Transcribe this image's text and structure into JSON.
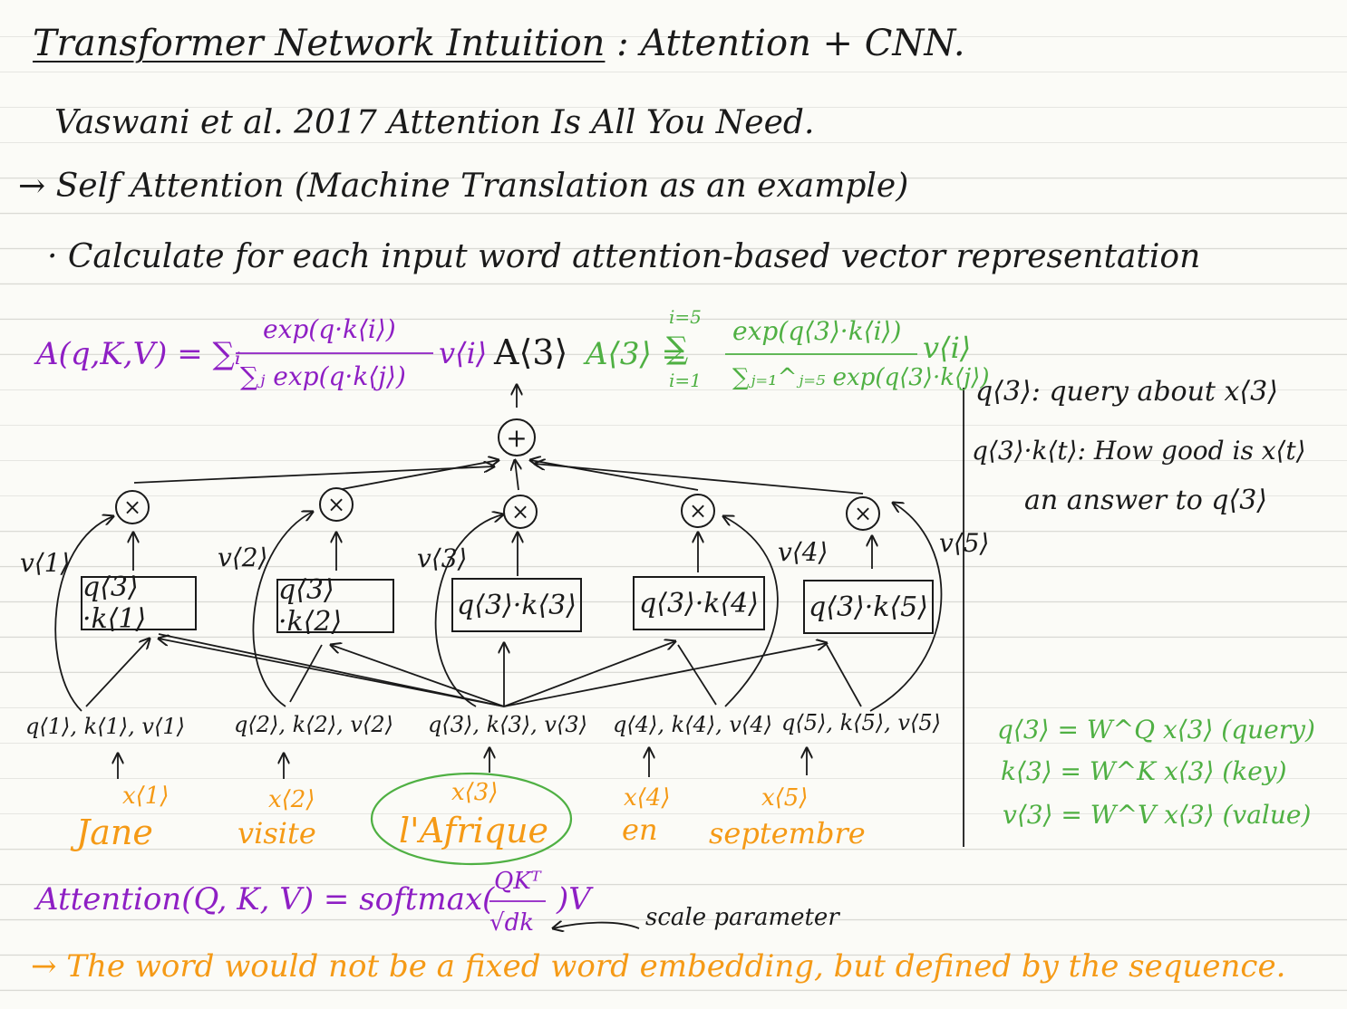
{
  "title": {
    "main": "Transformer Network Intuition",
    "suffix": ": Attention + CNN."
  },
  "reference": "Vaswani et al. 2017 Attention Is All You Need.",
  "self_attention": "→ Self Attention (Machine Translation as an example)",
  "calculate": "· Calculate for each input word attention-based vector representation",
  "formula_general": {
    "lhs": "A(q,K,V) = ∑ᵢ",
    "numerator": "exp(q·k⟨i⟩)",
    "denominator": "∑ⱼ exp(q·k⟨j⟩)",
    "tail": "v⟨i⟩"
  },
  "a3_label": "A⟨3⟩",
  "formula_a3": {
    "lhs": "A⟨3⟩ =",
    "sum_top": "i=5",
    "sum_bottom": "i=1",
    "numerator": "exp(q⟨3⟩·k⟨i⟩)",
    "denominator": "∑ⱼ₌₁^ⱼ₌₅ exp(q⟨3⟩·k⟨j⟩)",
    "tail": "v⟨i⟩"
  },
  "plus_symbol": "+",
  "times_symbol": "×",
  "boxes": [
    "q⟨3⟩·k⟨1⟩",
    "q⟨3⟩·k⟨2⟩",
    "q⟨3⟩·k⟨3⟩",
    "q⟨3⟩·k⟨4⟩",
    "q⟨3⟩·k⟨5⟩"
  ],
  "v_labels": [
    "v⟨1⟩",
    "v⟨2⟩",
    "v⟨3⟩",
    "v⟨4⟩",
    "v⟨5⟩"
  ],
  "qkv": [
    "q⟨1⟩, k⟨1⟩, v⟨1⟩",
    "q⟨2⟩, k⟨2⟩, v⟨2⟩",
    "q⟨3⟩, k⟨3⟩, v⟨3⟩",
    "q⟨4⟩, k⟨4⟩, v⟨4⟩",
    "q⟨5⟩, k⟨5⟩, v⟨5⟩"
  ],
  "x_labels": [
    "x⟨1⟩",
    "x⟨2⟩",
    "x⟨3⟩",
    "x⟨4⟩",
    "x⟨5⟩"
  ],
  "words": [
    "Jane",
    "visite",
    "l'Afrique",
    "en",
    "septembre"
  ],
  "side_notes": [
    "q⟨3⟩: query about x⟨3⟩",
    "q⟨3⟩·k⟨t⟩: How good is x⟨t⟩",
    "an answer to q⟨3⟩"
  ],
  "projections": [
    "q⟨3⟩ = W^Q x⟨3⟩ (query)",
    "k⟨3⟩ = W^K x⟨3⟩ (key)",
    "v⟨3⟩ = W^V x⟨3⟩ (value)"
  ],
  "attention_formula": {
    "lhs": "Attention(Q, K, V) = softmax(",
    "numerator": "QKᵀ",
    "denominator": "√dk",
    "rhs": ")V"
  },
  "scale_note": "scale parameter",
  "conclusion": "→ The word would not be a fixed word embedding, but defined by the sequence.",
  "colors": {
    "ink": "#1a1a1a",
    "purple": "#8e1fc4",
    "green": "#4fb043",
    "orange": "#f59a16"
  }
}
